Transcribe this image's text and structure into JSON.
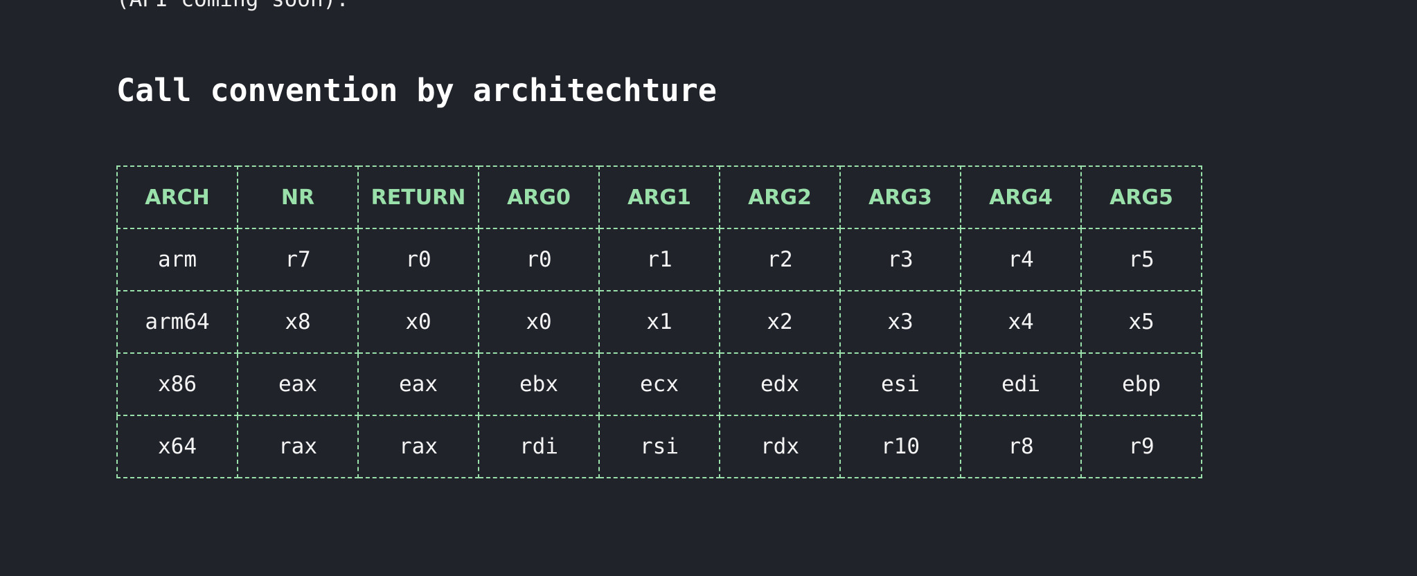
{
  "intro": {
    "text": "(API coming soon)."
  },
  "section": {
    "title": "Call convention by architechture"
  },
  "table": {
    "headers": [
      "ARCH",
      "NR",
      "RETURN",
      "ARG0",
      "ARG1",
      "ARG2",
      "ARG3",
      "ARG4",
      "ARG5"
    ],
    "rows": [
      [
        "arm",
        "r7",
        "r0",
        "r0",
        "r1",
        "r2",
        "r3",
        "r4",
        "r5"
      ],
      [
        "arm64",
        "x8",
        "x0",
        "x0",
        "x1",
        "x2",
        "x3",
        "x4",
        "x5"
      ],
      [
        "x86",
        "eax",
        "eax",
        "ebx",
        "ecx",
        "edx",
        "esi",
        "edi",
        "ebp"
      ],
      [
        "x64",
        "rax",
        "rax",
        "rdi",
        "rsi",
        "rdx",
        "r10",
        "r8",
        "r9"
      ]
    ]
  },
  "colors": {
    "background": "#20232a",
    "accent": "#9ae0aa",
    "text": "#ffffff"
  }
}
